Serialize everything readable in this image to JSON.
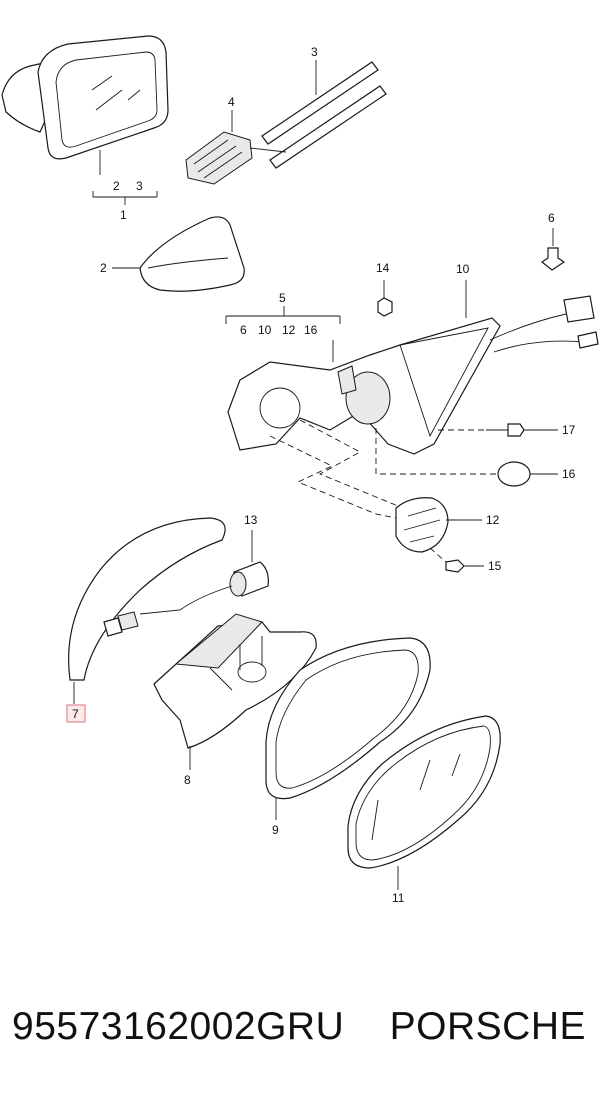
{
  "callouts": {
    "c1": "1",
    "c2": "2",
    "c3": "3",
    "c4": "4",
    "c5": "5",
    "c6": "6",
    "c7": "7",
    "c8": "8",
    "c9": "9",
    "c10": "10",
    "c11": "11",
    "c12": "12",
    "c13": "13",
    "c14": "14",
    "c15": "15",
    "c16": "16",
    "c17": "17",
    "group1": [
      "2",
      "3"
    ],
    "group5": [
      "6",
      "10",
      "12",
      "16"
    ]
  },
  "caption": {
    "part_number": "95573162002GRU",
    "brand": "PORSCHE"
  },
  "colors": {
    "line": "#1a1a1a",
    "highlight_border": "#d9737f",
    "highlight_fill": "#fde8ea"
  }
}
